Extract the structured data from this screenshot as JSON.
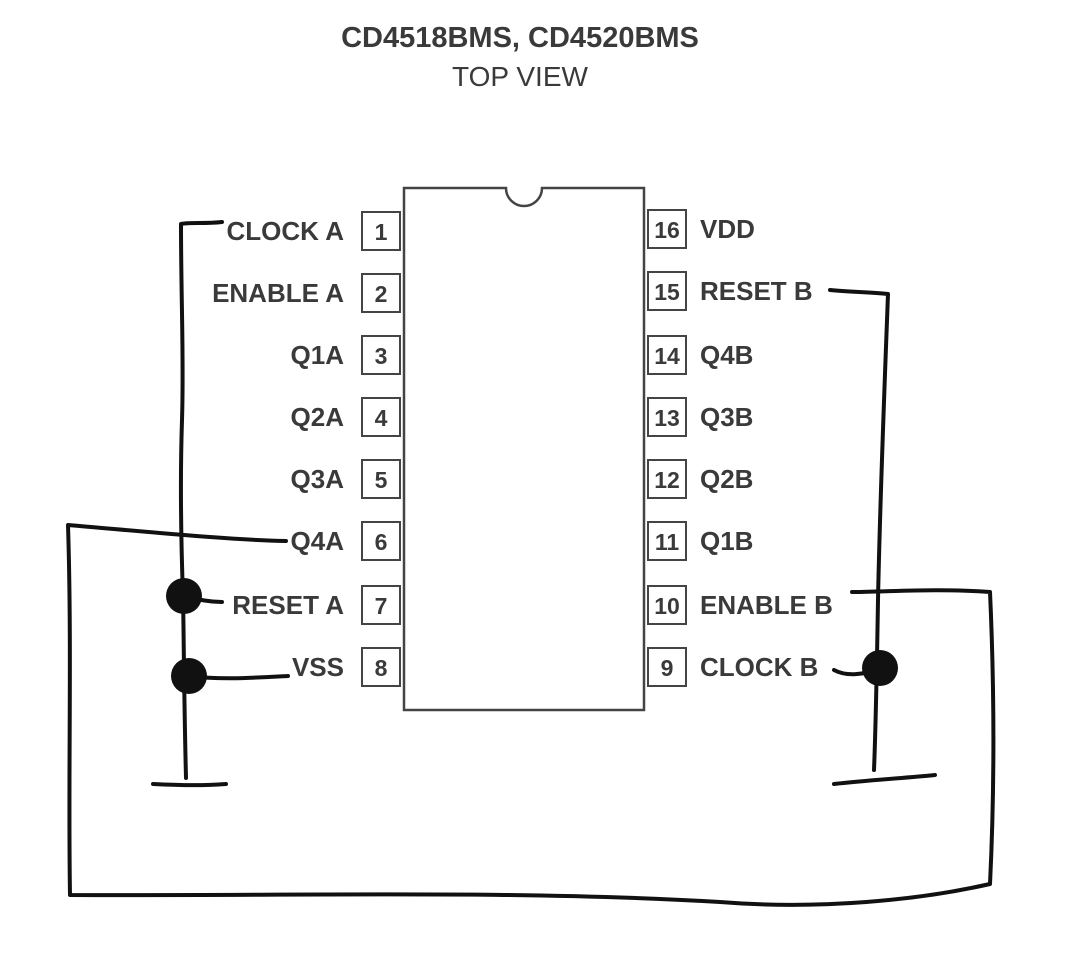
{
  "header": {
    "title": "CD4518BMS, CD4520BMS",
    "subtitle": "TOP VIEW"
  },
  "pins_left": [
    {
      "number": "1",
      "label": "CLOCK A"
    },
    {
      "number": "2",
      "label": "ENABLE A"
    },
    {
      "number": "3",
      "label": "Q1A"
    },
    {
      "number": "4",
      "label": "Q2A"
    },
    {
      "number": "5",
      "label": "Q3A"
    },
    {
      "number": "6",
      "label": "Q4A"
    },
    {
      "number": "7",
      "label": "RESET A"
    },
    {
      "number": "8",
      "label": "VSS"
    }
  ],
  "pins_right": [
    {
      "number": "16",
      "label": "VDD"
    },
    {
      "number": "15",
      "label": "RESET B"
    },
    {
      "number": "14",
      "label": "Q4B"
    },
    {
      "number": "13",
      "label": "Q3B"
    },
    {
      "number": "12",
      "label": "Q2B"
    },
    {
      "number": "11",
      "label": "Q1B"
    },
    {
      "number": "10",
      "label": "ENABLE B"
    },
    {
      "number": "9",
      "label": "CLOCK B"
    }
  ]
}
